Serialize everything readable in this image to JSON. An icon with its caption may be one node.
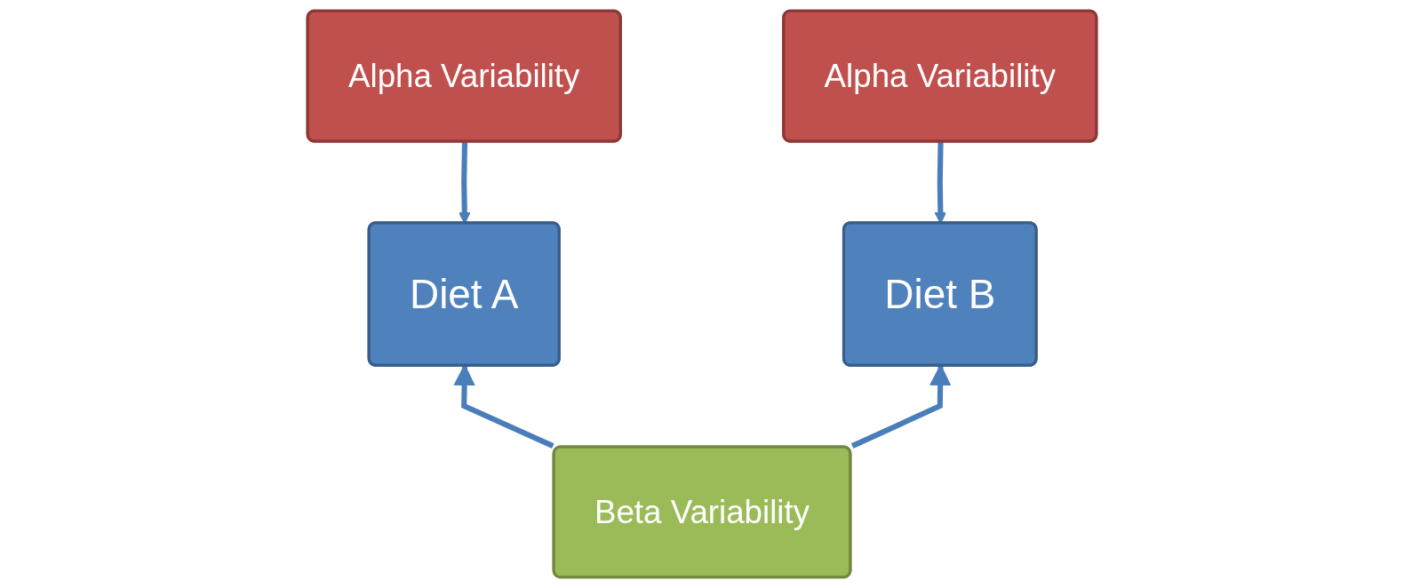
{
  "diagram": {
    "nodes": [
      {
        "text": [
          "Alpha Variability"
        ]
      },
      {
        "text": [
          "Alpha Variability"
        ]
      },
      {
        "text": [
          "Diet A"
        ]
      },
      {
        "text": [
          "Diet B"
        ]
      },
      {
        "text": [
          "Beta Variability"
        ]
      }
    ],
    "edges": [
      {
        "from": 0,
        "to": 2,
        "arrow": "to"
      },
      {
        "from": 1,
        "to": 3,
        "arrow": "to"
      },
      {
        "from": 4,
        "to": 2,
        "arrow": "to"
      },
      {
        "from": 4,
        "to": 3,
        "arrow": "to"
      }
    ]
  }
}
